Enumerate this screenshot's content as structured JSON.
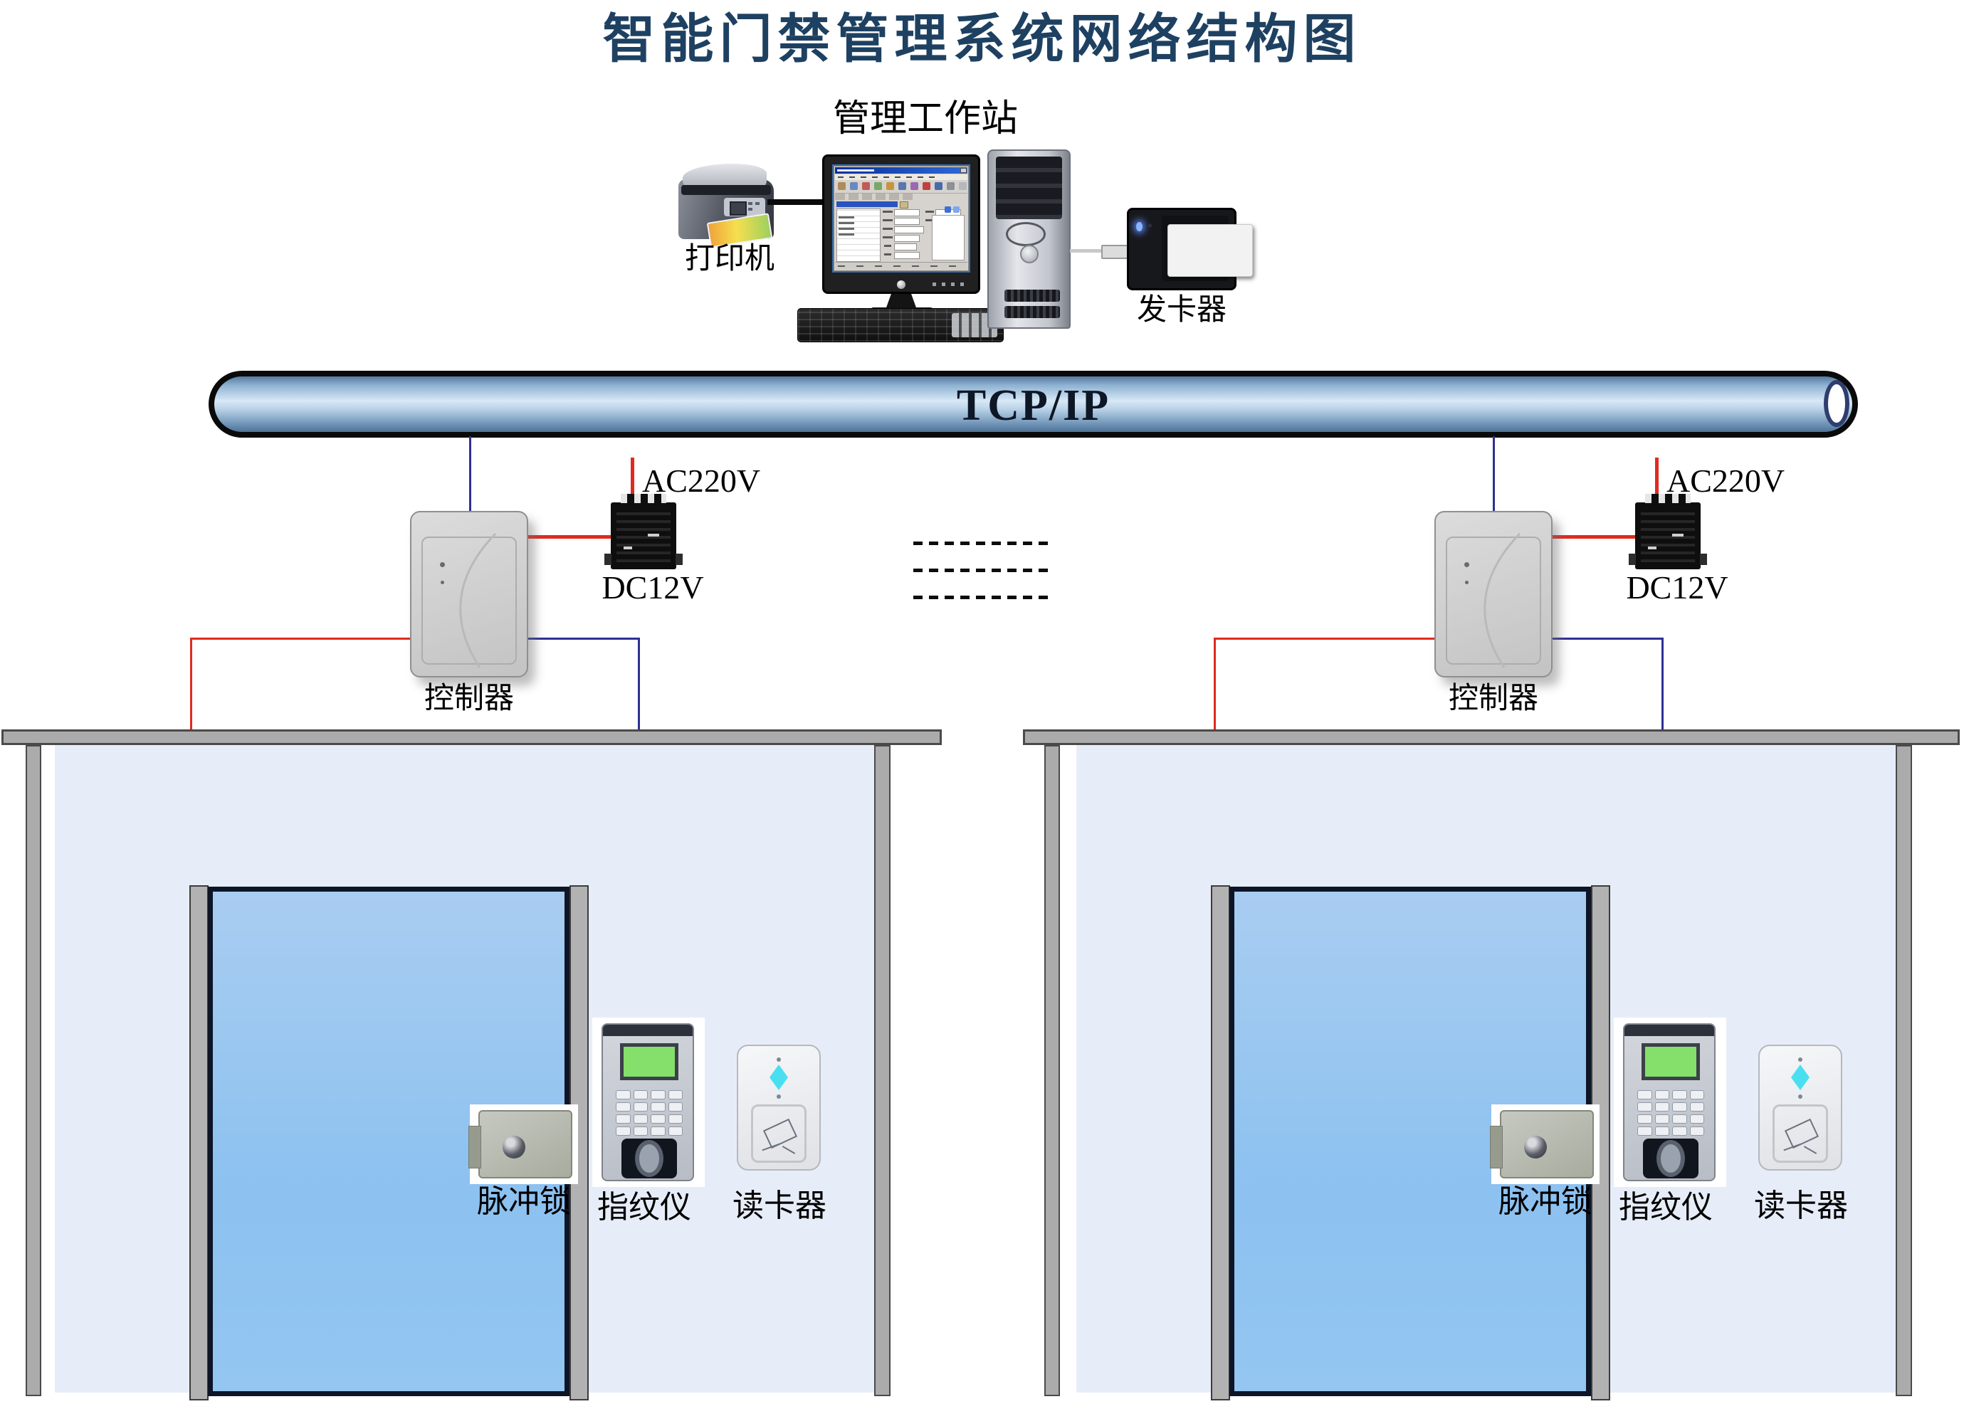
{
  "title": {
    "text": "智能门禁管理系统网络结构图"
  },
  "workstation": {
    "label": "管理工作站",
    "printer_label": "打印机",
    "card_issuer_label": "发卡器"
  },
  "bus": {
    "label": "TCP/IP"
  },
  "units": [
    {
      "controller_label": "控制器",
      "ac_label": "AC220V",
      "dc_label": "DC12V",
      "lock_label": "脉冲锁",
      "fingerprint_label": "指纹仪",
      "card_reader_label": "读卡器"
    },
    {
      "controller_label": "控制器",
      "ac_label": "AC220V",
      "dc_label": "DC12V",
      "lock_label": "脉冲锁",
      "fingerprint_label": "指纹仪",
      "card_reader_label": "读卡器"
    }
  ],
  "colors": {
    "title_text": "#1e4162",
    "bus_fill_light": "#d8e8f6",
    "bus_fill_dark": "#4d7296",
    "wire_red": "#e02a20",
    "wire_navy": "#2e3192",
    "door_blue": "#8cc1f0",
    "wall_gray": "#ababab",
    "room_fill": "#e7edf8",
    "controller_gray": "#c3c3c3",
    "psu_black": "#0e0e0e",
    "reader_glow": "#49dff0"
  }
}
